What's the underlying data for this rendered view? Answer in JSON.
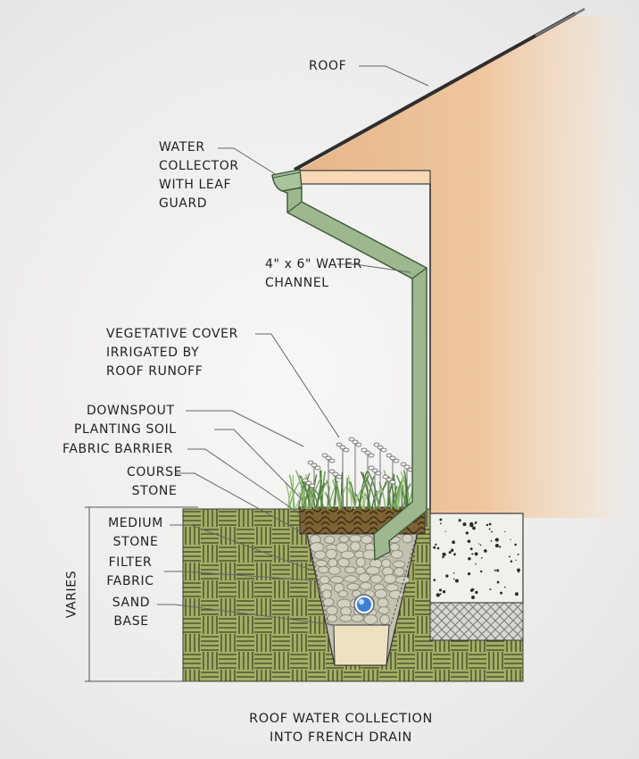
{
  "labels": {
    "roof": "ROOF",
    "water_collector": [
      "WATER",
      "COLLECTOR",
      "WITH LEAF",
      "GUARD"
    ],
    "water_channel": [
      "4\" x 6\" WATER",
      "CHANNEL"
    ],
    "vegetative_cover": [
      "VEGETATIVE COVER",
      "IRRIGATED BY",
      "ROOF RUNOFF"
    ],
    "downspout": "DOWNSPOUT",
    "planting_soil": "PLANTING SOIL",
    "fabric_barrier": "FABRIC BARRIER",
    "course_stone": [
      "COURSE",
      "STONE"
    ],
    "medium_stone": [
      "MEDIUM",
      "STONE"
    ],
    "filter_fabric": [
      "FILTER",
      "FABRIC"
    ],
    "sand_base": [
      "SAND",
      "BASE"
    ],
    "varies": "VARIES"
  },
  "caption": [
    "ROOF WATER COLLECTION",
    "INTO FRENCH DRAIN"
  ],
  "colors": {
    "wall": "#e8b98a",
    "fascia": "#f6d7b4",
    "roof_edge": "#3b3b3b",
    "pipe": "#9cb88f",
    "pipe_stroke": "#3f5a3a",
    "ground": "#a3ac64",
    "ground_lines": "#444a22",
    "stone": "#c2bfae",
    "sand": "#ecdfc0",
    "soil": "#7a5f32",
    "concrete": "#f2f2ee",
    "grass": "#6f9f55"
  }
}
